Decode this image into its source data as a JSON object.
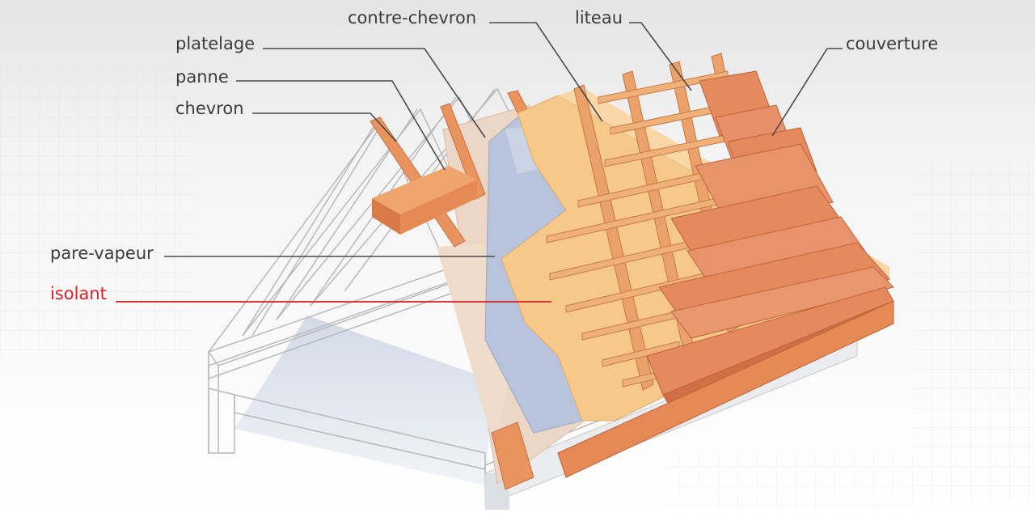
{
  "labels": {
    "contre_chevron": "contre-chevron",
    "liteau": "liteau",
    "couverture": "couverture",
    "platelage": "platelage",
    "panne": "panne",
    "chevron": "chevron",
    "pare_vapeur": "pare-vapeur",
    "isolant": "isolant"
  },
  "colors": {
    "label_text": "#3c3c3c",
    "highlight": "#d42226",
    "tile": "#e58a5c",
    "tile_dark": "#cf6f43",
    "wood": "#e9935e",
    "insulation": "#f6c88a",
    "vapour_barrier": "#b8c4dc",
    "decking": "#ecd6c6"
  }
}
